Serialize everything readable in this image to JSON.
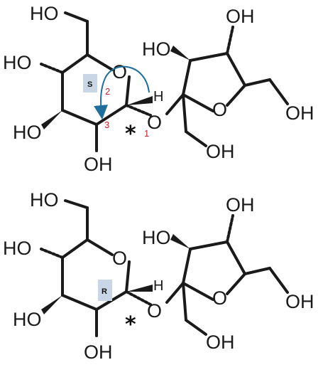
{
  "top": {
    "labels": {
      "ho_ch2": "HO",
      "ho_left": "HO",
      "ho_lower_left": "HO",
      "oh_bottom": "OH",
      "ring_o": "O",
      "h": "H",
      "glyco_o": "O",
      "oh_f_top_left": "HO",
      "oh_f_top_right": "OH",
      "f_ring_o": "O",
      "oh_f_right": "OH",
      "oh_f_bottom": "OH"
    },
    "stereo_center": "*",
    "config_label": "S",
    "priorities": [
      "1",
      "2",
      "3"
    ],
    "arrow_color": "#1f6e9c"
  },
  "bottom": {
    "labels": {
      "ho_ch2": "HO",
      "ho_left": "HO",
      "ho_lower_left": "HO",
      "oh_bottom": "OH",
      "ring_o": "O",
      "h": "H",
      "glyco_o": "O",
      "oh_f_top_left": "HO",
      "oh_f_top_right": "OH",
      "f_ring_o": "O",
      "oh_f_right": "OH",
      "oh_f_bottom": "OH"
    },
    "stereo_center": "*",
    "config_label": "R"
  },
  "colors": {
    "priority_numbers": "#c0262d",
    "config_box": "#c8d6e5"
  }
}
